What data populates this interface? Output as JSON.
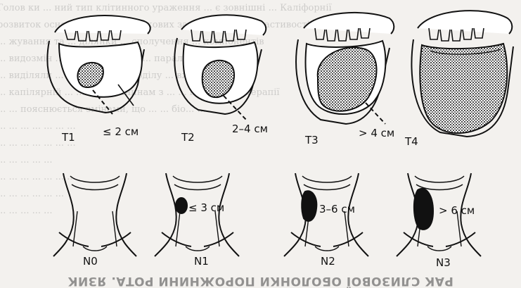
{
  "bleed_lines": [
    "Голов ки ... ний тип клітинного ураження ... є зовнішні ... Каліфорнії",
    "розвиток основної кількості ракових захворювань ... властивості",
    "... жування та ... ділянки ... сполучення ... компонентів",
    "... видозмін ... шаків ... сліз ... ... паралелів",
    "... виділяли ... до ... 3-го розподілу ... вживання",
    "... капілярній ... ...ться тканинам з ... ... проміжних терапії",
    "... ... пояснюється змінами, що ... ... біо... ...",
    "... ... ... ... ... ... ...",
    "... ... ... ... ... ... ...",
    "... ... ... ... ...",
    "... ... ... ... ... ... ...",
    "... ... ... ... ... ...",
    "... ... ... ... ..."
  ],
  "tumor_stages": [
    {
      "stage": "T1",
      "size": "≤ 2 см"
    },
    {
      "stage": "T2",
      "size": "2–4 см"
    },
    {
      "stage": "T3",
      "size": "> 4 см"
    },
    {
      "stage": "T4",
      "size": ""
    }
  ],
  "node_stages": [
    {
      "stage": "N0",
      "size": ""
    },
    {
      "stage": "N1",
      "size": "≤ 3 см"
    },
    {
      "stage": "N2",
      "size": "3–6 см"
    },
    {
      "stage": "N3",
      "size": "> 6 см"
    }
  ],
  "footer_text": "РАК СЛИЗОВОЇ ОБОЛОНКИ ПОРОЖНИНИ РОТА. ЯЗИК"
}
